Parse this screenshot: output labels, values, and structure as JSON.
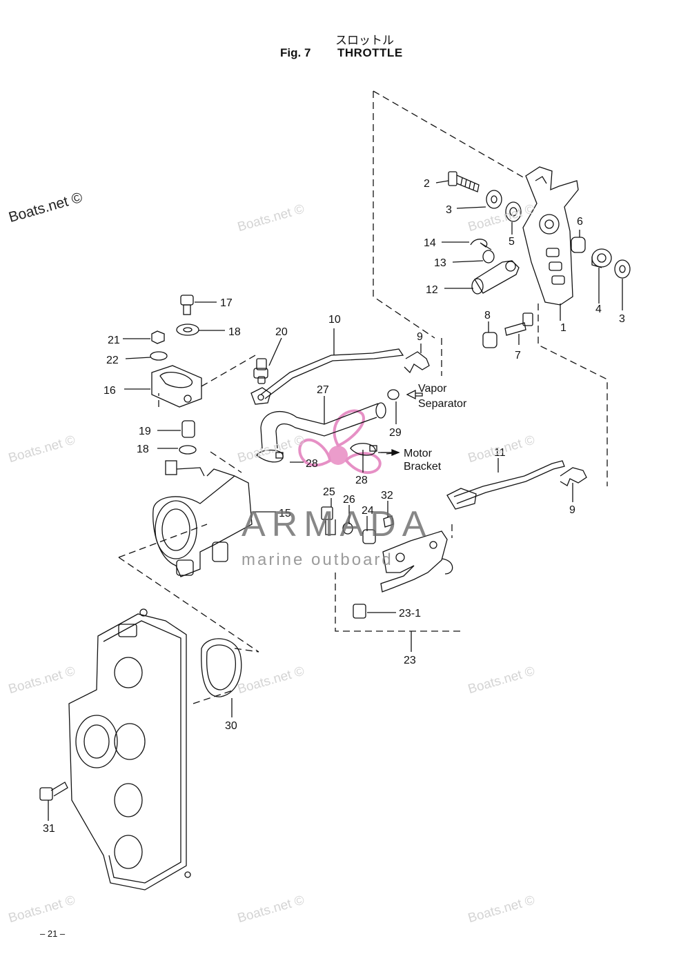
{
  "header": {
    "title_jp": "スロットル",
    "fig": "Fig. 7",
    "title": "THROTTLE"
  },
  "parts": [
    {
      "id": "p1",
      "label": "1"
    },
    {
      "id": "p2",
      "label": "2"
    },
    {
      "id": "p3a",
      "label": "3"
    },
    {
      "id": "p3b",
      "label": "3"
    },
    {
      "id": "p4",
      "label": "4"
    },
    {
      "id": "p5",
      "label": "5"
    },
    {
      "id": "p6",
      "label": "6"
    },
    {
      "id": "p7",
      "label": "7"
    },
    {
      "id": "p8",
      "label": "8"
    },
    {
      "id": "p9a",
      "label": "9"
    },
    {
      "id": "p9b",
      "label": "9"
    },
    {
      "id": "p10",
      "label": "10"
    },
    {
      "id": "p11",
      "label": "11"
    },
    {
      "id": "p12",
      "label": "12"
    },
    {
      "id": "p13",
      "label": "13"
    },
    {
      "id": "p14",
      "label": "14"
    },
    {
      "id": "p15",
      "label": "15"
    },
    {
      "id": "p16",
      "label": "16"
    },
    {
      "id": "p17",
      "label": "17"
    },
    {
      "id": "p18a",
      "label": "18"
    },
    {
      "id": "p18b",
      "label": "18"
    },
    {
      "id": "p19",
      "label": "19"
    },
    {
      "id": "p20",
      "label": "20"
    },
    {
      "id": "p21",
      "label": "21"
    },
    {
      "id": "p22",
      "label": "22"
    },
    {
      "id": "p23",
      "label": "23"
    },
    {
      "id": "p231",
      "label": "23-1"
    },
    {
      "id": "p24",
      "label": "24"
    },
    {
      "id": "p25",
      "label": "25"
    },
    {
      "id": "p26",
      "label": "26"
    },
    {
      "id": "p27",
      "label": "27"
    },
    {
      "id": "p28a",
      "label": "28"
    },
    {
      "id": "p28b",
      "label": "28"
    },
    {
      "id": "p29",
      "label": "29"
    },
    {
      "id": "p30",
      "label": "30"
    },
    {
      "id": "p31",
      "label": "31"
    },
    {
      "id": "p32",
      "label": "32"
    }
  ],
  "notes": {
    "vapor_1": "Vapor",
    "vapor_2": "Separator",
    "motor_1": "Motor",
    "motor_2": "Bracket"
  },
  "watermarks": {
    "boats": "Boats.net ©",
    "armada": "ARMADA",
    "armada_sub": "marine outboard"
  },
  "footer": {
    "page": "– 21 –"
  }
}
